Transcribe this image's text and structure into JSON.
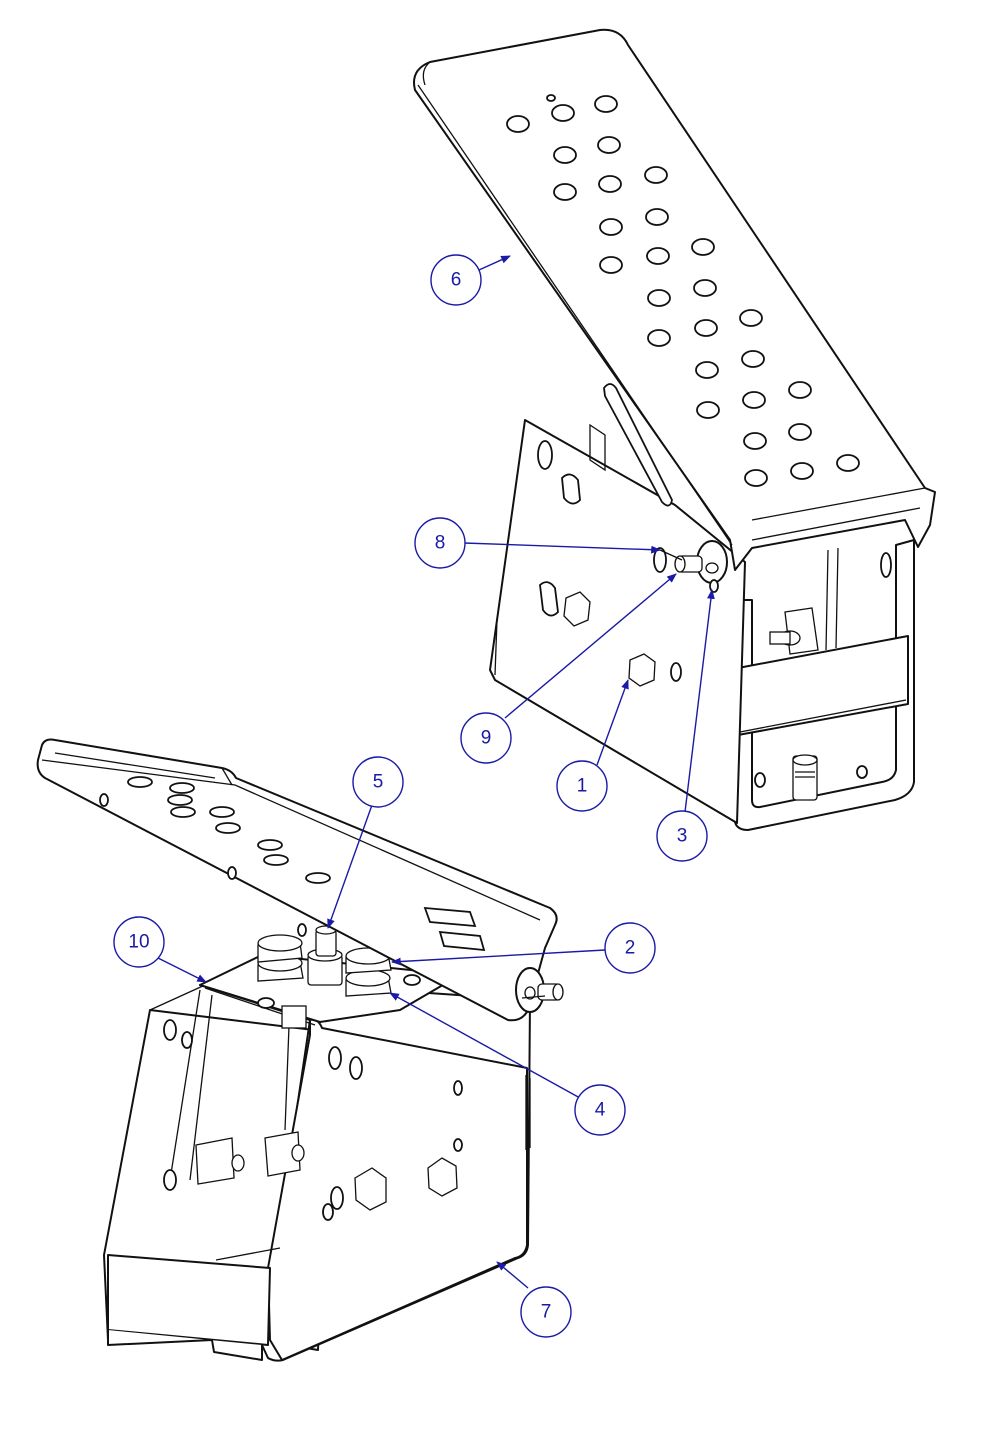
{
  "colors": {
    "balloon": "#1a1aa6",
    "line": "#111111",
    "background": "#ffffff"
  },
  "balloons": [
    {
      "id": "b1",
      "label": "1"
    },
    {
      "id": "b2",
      "label": "2"
    },
    {
      "id": "b3",
      "label": "3"
    },
    {
      "id": "b4",
      "label": "4"
    },
    {
      "id": "b5",
      "label": "5"
    },
    {
      "id": "b6",
      "label": "6"
    },
    {
      "id": "b7",
      "label": "7"
    },
    {
      "id": "b8",
      "label": "8"
    },
    {
      "id": "b9",
      "label": "9"
    },
    {
      "id": "b10",
      "label": "10"
    }
  ]
}
